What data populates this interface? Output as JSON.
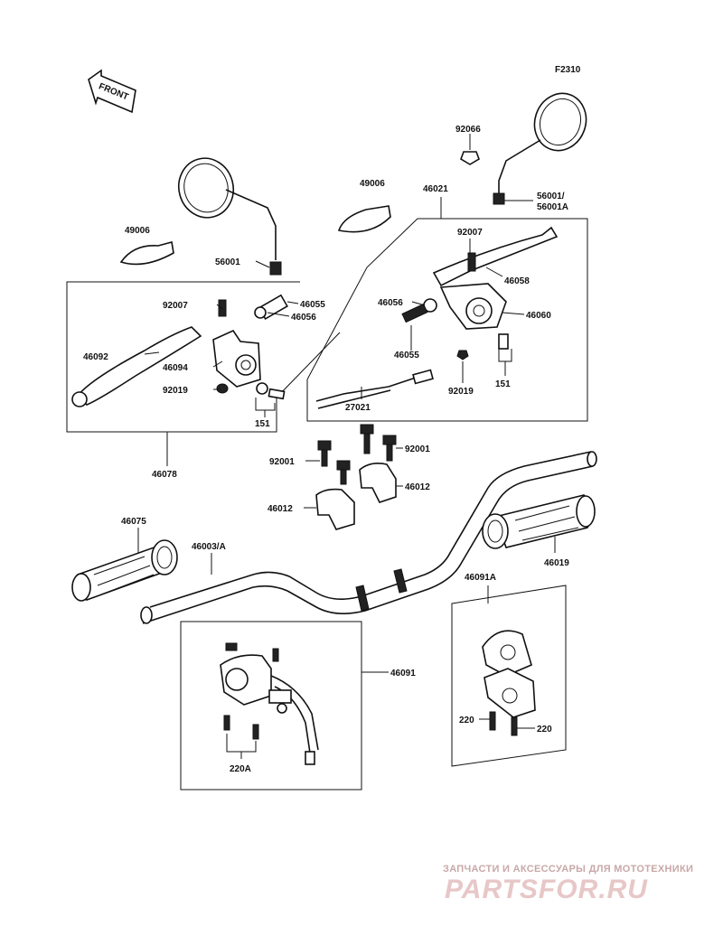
{
  "diagram": {
    "code": "F2310",
    "front_label": "FRONT",
    "labels": {
      "p92066": "92066",
      "p56001_56001a_a": "56001/",
      "p56001_56001a_b": "56001A",
      "p49006_left": "49006",
      "p49006_right": "49006",
      "p46021": "46021",
      "p92007_right": "92007",
      "p46058": "46058",
      "p56001_left": "56001",
      "p92007_left": "92007",
      "p46055_left": "46055",
      "p46056_left": "46056",
      "p46056_right": "46056",
      "p46060": "46060",
      "p46092": "46092",
      "p46094": "46094",
      "p46055_right": "46055",
      "p92019_left": "92019",
      "p92019_right": "92019",
      "p151_left": "151",
      "p151_right": "151",
      "p27021": "27021",
      "p46078": "46078",
      "p92001_right": "92001",
      "p92001_left": "92001",
      "p46012_right": "46012",
      "p46012_left": "46012",
      "p46075": "46075",
      "p46003a": "46003/A",
      "p46019": "46019",
      "p46091a": "46091A",
      "p46091": "46091",
      "p220_left": "220",
      "p220_right": "220",
      "p220a": "220A"
    }
  },
  "watermark": {
    "tagline": "ЗАПЧАСТИ И АКСЕССУАРЫ ДЛЯ МОТОТЕХНИКИ",
    "logo": "PARTSFOR.RU"
  },
  "colors": {
    "ink": "#111111",
    "watermark": "#e7c7c7"
  }
}
